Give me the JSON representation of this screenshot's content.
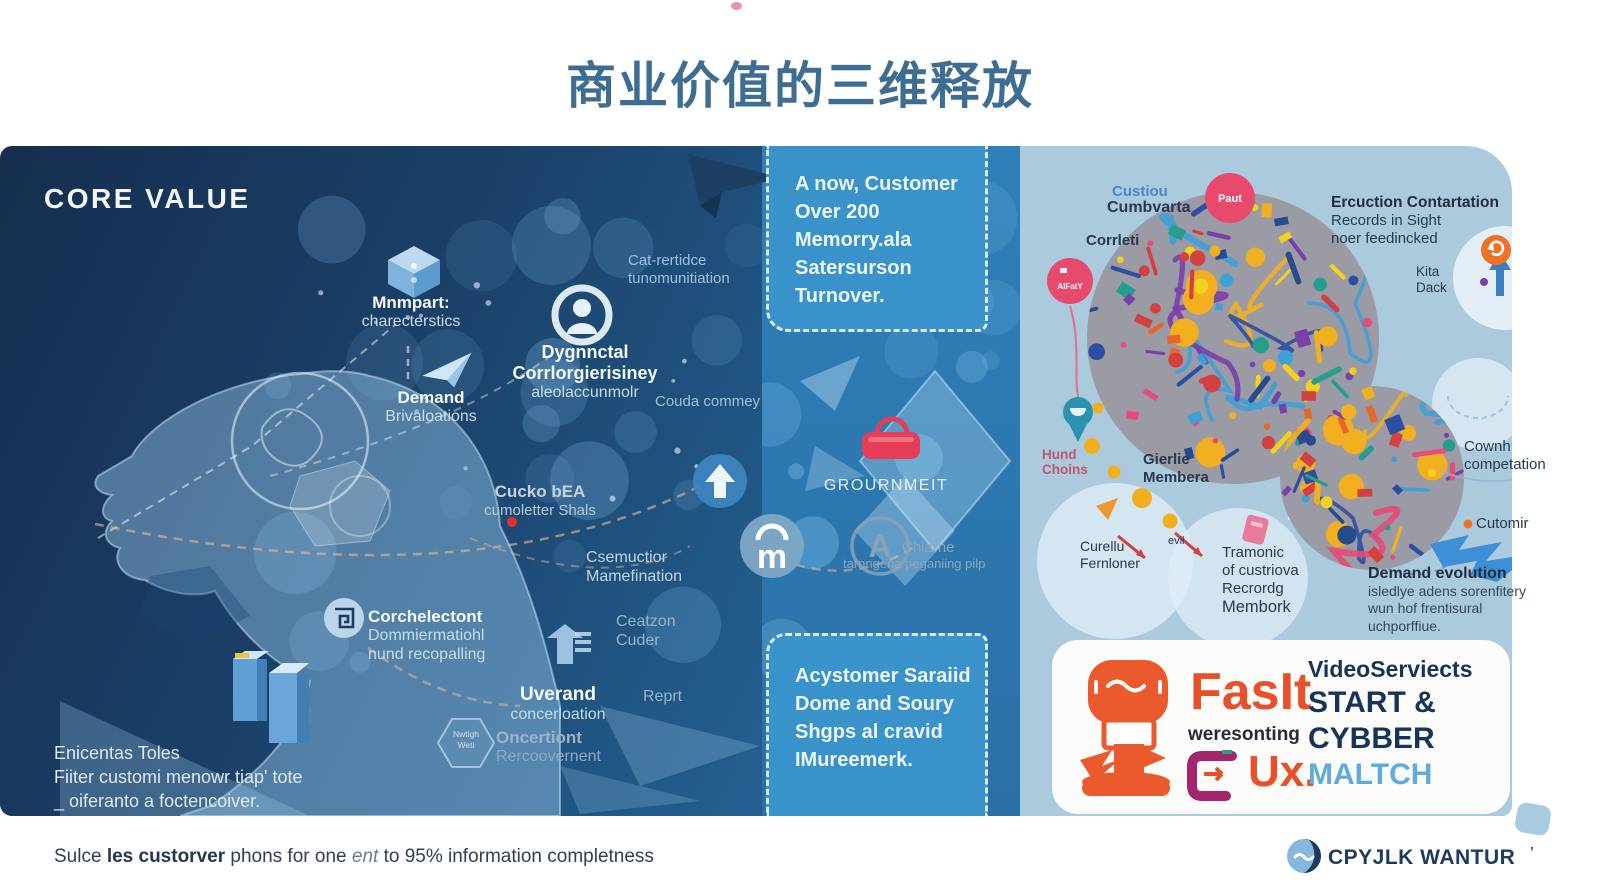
{
  "title": "商业价值的三维释放",
  "left_panel": {
    "heading": "CORE VALUE",
    "labels": {
      "mnmpart_title": "Mnmpart:",
      "mnmpart_sub": "charecterstics",
      "demand_title": "Demand",
      "demand_sub": "Brivaloations",
      "dygnnctal_title1": "Dygnnctal",
      "dygnnctal_title2": "Corrlorgierisiney",
      "dygnnctal_sub": "aleolaccunmolr",
      "catrertidce_line1": "Cat-rertidce",
      "catrertidce_line2": "tunomunitiation",
      "couda": "Couda commey",
      "cucko_line1": "Cucko  bEA",
      "cucko_line2": "cumoletter Shals",
      "csemuctior_line1": "Csemuctior",
      "csemuctior_line2": "Mamefination",
      "corchelectont_title": "Corchelectont",
      "corchelectont_sub1": "Dommiermatiohl",
      "corchelectont_sub2": "nund recopalling",
      "ceatzon_line1": "Ceatzon",
      "ceatzon_line2": "Cuder",
      "uverand_title": "Uverand",
      "uverand_sub": "concerloation",
      "reprt": "Reprt",
      "oncertiont_line1": "Oncertiont",
      "oncertiont_line2": "Rercoovernent",
      "hexagon_line1": "Nwtigh",
      "hexagon_line2": "Weti"
    },
    "footer_line1": "Enicentas Toles",
    "footer_line2": "Fiiter customi menowr tiap' tote",
    "footer_line3": "_ oiferanto a foctencoiver."
  },
  "middle_panel": {
    "top_box_lines": [
      "A now, Customer",
      "Over 200",
      "Memorry.ala",
      "Satersurson",
      "Turnover."
    ],
    "grournmeit": "GROURNMEIT",
    "chiarne_line1": "Chiarne",
    "chiarne_line2": "tarnngeria peganiing pilp",
    "a_badge": "A",
    "bottom_box_lines": [
      "Acystomer Saraiid",
      "Dome and Soury",
      "Shgps al cravid",
      "IMureemerk."
    ]
  },
  "right_panel": {
    "custiou": "Custiou",
    "cumbvarta": "Cumbvarta",
    "paut": "Paut",
    "alfaty": "AlFatY",
    "corrleti": "Corrleti",
    "ercuction_title": "Ercuction Contartation",
    "ercuction_line2": "Records in Sight",
    "ercuction_line3": "noer feedincked",
    "kita_line1": "Kita",
    "kita_line2": "Dack",
    "hund_line1": "Hund",
    "hund_line2": "Choins",
    "gierlie_line1": "Gierlie",
    "gierlie_line2": "Membera",
    "curellu_line1": "Curellu",
    "curellu_line2": "Fernloner",
    "evil": "evil",
    "tramonic_line1": "Tramonic",
    "tramonic_line2": "of custriova",
    "tramonic_line3": "Recrordg",
    "tramonic_line4": "Membork",
    "cownh_line1": "Cownh",
    "cownh_line2": "competation",
    "cutomir": "Cutomir",
    "demand_title": "Demand evolution",
    "demand_line2": "isledlye adens sorenfitery",
    "demand_line3": "wun hof frentisural",
    "demand_line4": "uchporffiue.",
    "card": {
      "fast": "FasIt",
      "weresonting": "weresonting",
      "ux": "Ux.",
      "video": "VideoServiects",
      "start": "START &",
      "cybber": "CYBBER",
      "maltch": "MALTCH"
    }
  },
  "footer": {
    "caption_p1": "Sulce ",
    "caption_p2": "les custorver",
    "caption_p3": " phons for one ",
    "caption_p4": "ent",
    "caption_p5": " to 95% information completness",
    "brand": "CPYJLK WANTUR",
    "brand_mark": "’"
  },
  "colors": {
    "accent_orange": "#e8502a",
    "navy": "#16345a",
    "light_blue": "#5fabdb",
    "pink": "#e84a6e",
    "panel_right_bg": "#abcade"
  }
}
